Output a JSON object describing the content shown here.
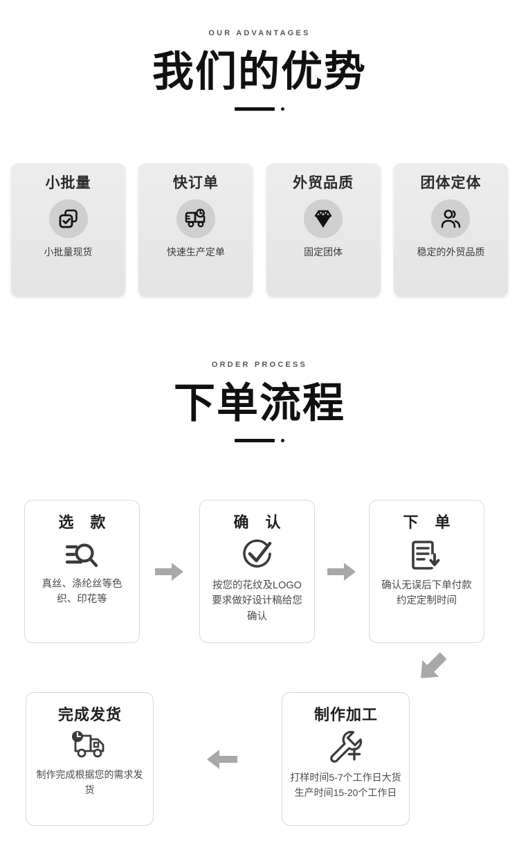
{
  "advantages_section": {
    "eyebrow": "OUR ADVANTAGES",
    "headline": "我们的优势",
    "cards": [
      {
        "title": "小批量",
        "icon": "stacked-squares-check-icon",
        "desc": "小批量现货"
      },
      {
        "title": "快订单",
        "icon": "truck-clock-icon",
        "desc": "快速生产定单"
      },
      {
        "title": "外贸品质",
        "icon": "diamond-icon",
        "desc": "固定团体"
      },
      {
        "title": "团体定体",
        "icon": "two-people-icon",
        "desc": "稳定的外贸品质"
      }
    ]
  },
  "process_section": {
    "eyebrow": "ORDER PROCESS",
    "headline": "下单流程",
    "steps": [
      {
        "title": "选 款",
        "icon": "search-list-icon",
        "desc": "真丝、涤纶丝等色织、印花等"
      },
      {
        "title": "确 认",
        "icon": "check-circle-icon",
        "desc": "按您的花纹及LOGO要求做好设计稿给您确认"
      },
      {
        "title": "下 单",
        "icon": "document-download-icon",
        "desc": "确认无误后下单付款约定定制时间"
      },
      {
        "title": "制作加工",
        "icon": "wrench-plus-icon",
        "desc": "打样时间5-7个工作日大货生产时间15-20个工作日"
      },
      {
        "title": "完成发货",
        "icon": "truck-clock-icon",
        "desc": "制作完成根据您的需求发货"
      }
    ],
    "arrows": [
      {
        "name": "arrow-right-1",
        "direction": "right"
      },
      {
        "name": "arrow-right-2",
        "direction": "right"
      },
      {
        "name": "arrow-down-left",
        "direction": "down-left"
      },
      {
        "name": "arrow-left",
        "direction": "left"
      }
    ]
  },
  "colors": {
    "text_dark": "#111111",
    "text_body": "#4a4a4a",
    "card_gray": "#e8e8e8",
    "icon_circle": "#cfcfcf",
    "arrow_gray": "#a8a8a8",
    "card_border": "#d8d8d8",
    "background": "#ffffff"
  }
}
